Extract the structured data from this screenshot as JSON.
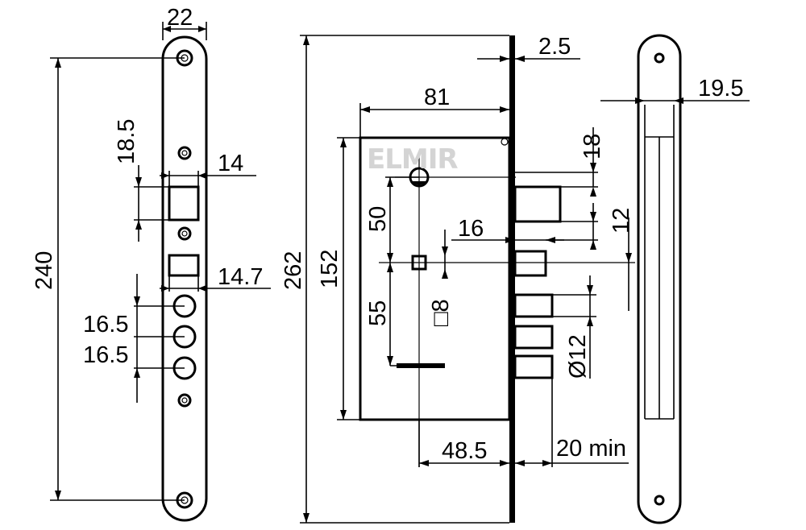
{
  "watermark": "ELMIR",
  "dimensions": {
    "faceplate_width": "22",
    "faceplate_length": "240",
    "upper_offset": "18.5",
    "latch_width": "14",
    "deadbolt_width": "14.7",
    "hole_spacing_1": "16.5",
    "hole_spacing_2": "16.5",
    "total_height": "262",
    "body_height": "152",
    "faceplate_thickness": "2.5",
    "body_depth": "81",
    "upper_spindle": "50",
    "lower_spindle": "55",
    "spindle_square": "□8",
    "latch_height": "18",
    "bolt_projection": "12",
    "bolt_step": "16",
    "bolt_diameter": "Ø12",
    "backset": "48.5",
    "min_throw": "20 min",
    "strike_width": "19.5"
  }
}
